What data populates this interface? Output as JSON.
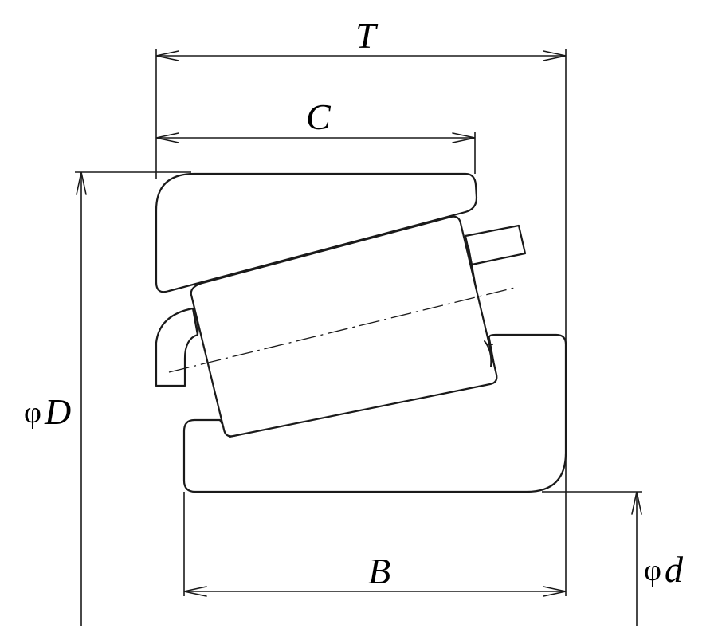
{
  "labels": {
    "T": "T",
    "C": "C",
    "B": "B",
    "D": "D",
    "d": "d",
    "phi": "φ"
  }
}
